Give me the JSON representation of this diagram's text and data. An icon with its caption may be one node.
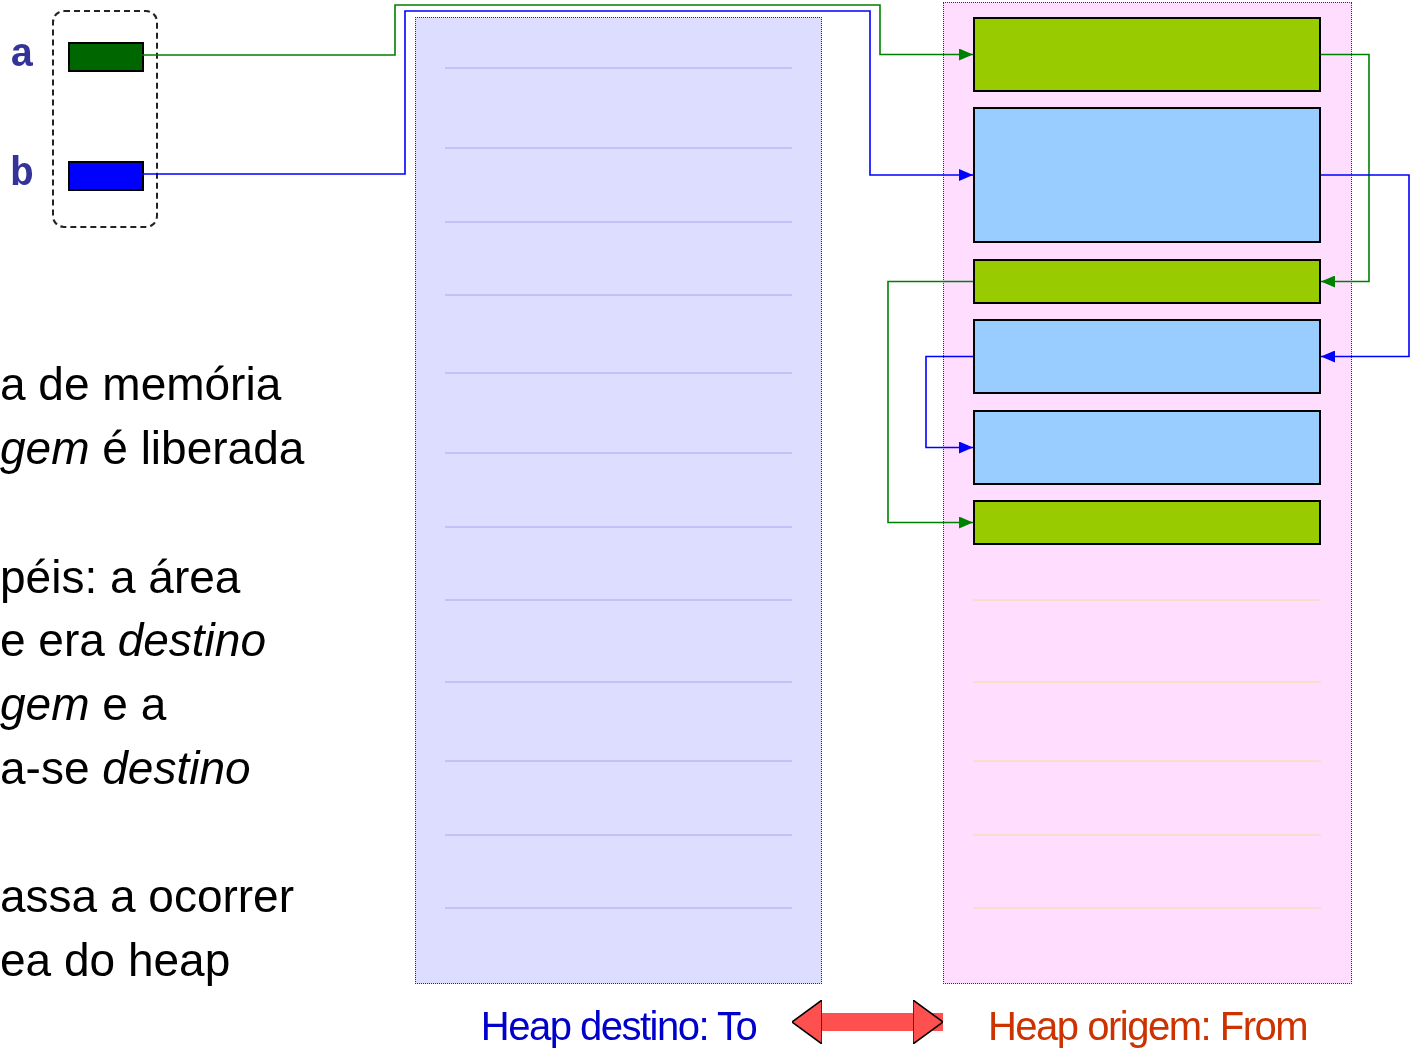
{
  "diagram": {
    "nodes": [
      {
        "text": [],
        "shape": "box"
      },
      {
        "text": [],
        "shape": "box",
        "beside": [
          "a"
        ],
        "in": 0
      },
      {
        "text": [],
        "shape": "box",
        "beside": [
          "b"
        ],
        "in": 0
      },
      {
        "text": [
          "Heap destino: To"
        ]
      },
      {
        "text": [
          "Heap origem: From"
        ]
      },
      {
        "text": [],
        "shape": "box",
        "in": 4
      },
      {
        "text": [],
        "shape": "box",
        "in": 4
      },
      {
        "text": [],
        "shape": "box",
        "in": 4
      },
      {
        "text": [],
        "shape": "box",
        "in": 4
      },
      {
        "text": [],
        "shape": "box",
        "in": 4
      },
      {
        "text": [],
        "shape": "box",
        "in": 4
      }
    ],
    "edges": [
      {
        "from": 1,
        "to": 5,
        "arrow": "to",
        "color": "#008000"
      },
      {
        "from": 2,
        "to": 6,
        "arrow": "to",
        "color": "#0000ff"
      },
      {
        "from": 5,
        "to": 7,
        "arrow": "to",
        "color": "#008000"
      },
      {
        "from": 6,
        "to": 8,
        "arrow": "to",
        "color": "#0000ff"
      },
      {
        "from": 7,
        "to": 10,
        "arrow": "to",
        "color": "#008000"
      },
      {
        "from": 8,
        "to": 9,
        "arrow": "to",
        "color": "#0000ff"
      },
      {
        "from": 3,
        "to": 4,
        "arrow": "both",
        "style": "thick",
        "color": "#ff5050"
      }
    ],
    "labels": [
      "a de memória",
      "*gem* é liberada",
      "péis: a área",
      "e era *destino*",
      "*gem* e a",
      "a-se *destino*",
      "assa a ocorrer",
      "ea do heap"
    ]
  }
}
